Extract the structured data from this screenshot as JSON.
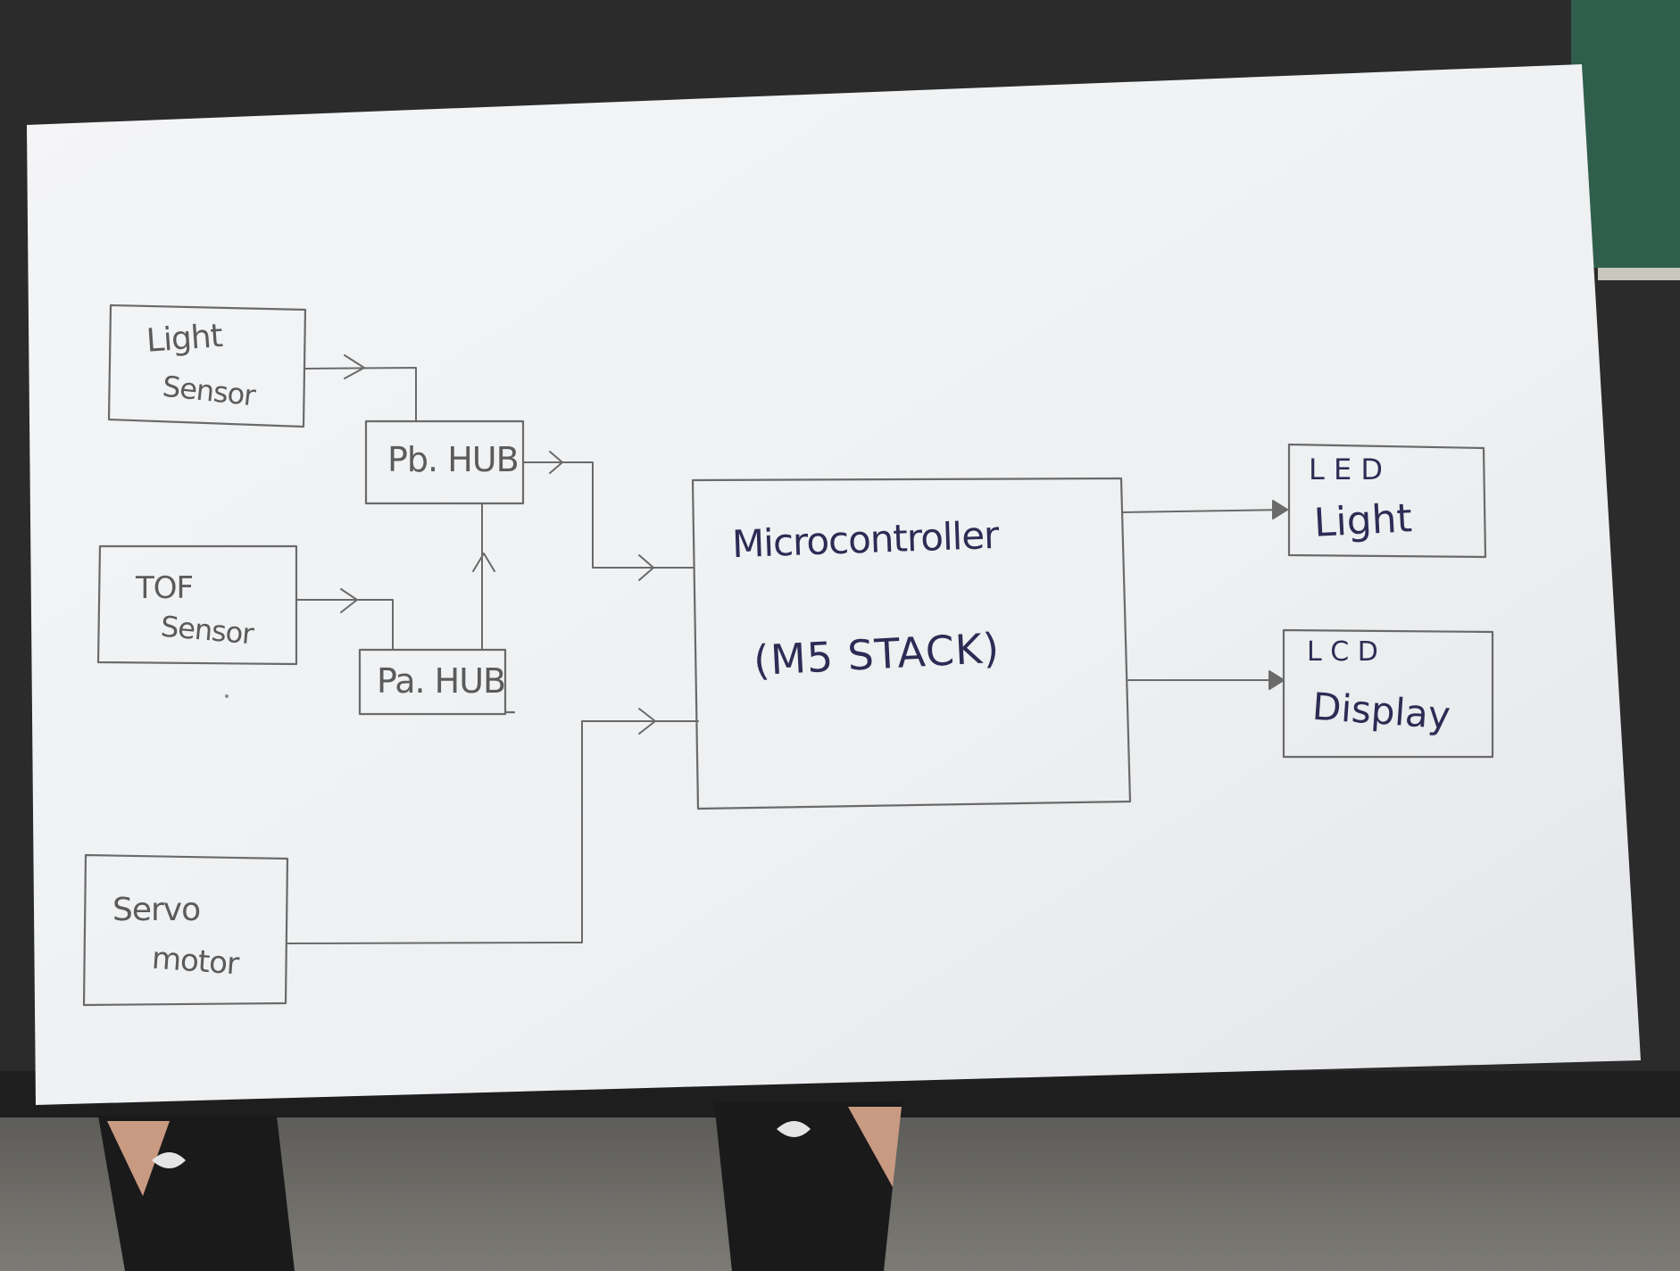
{
  "colors": {
    "paper": "#f2f3f5",
    "pencil": "#6a6a6a",
    "ink": "#2c2c55",
    "table": "#2b2b2b",
    "floor": "#6f6e69",
    "mat": "#2f5e4c"
  },
  "nodes": {
    "light_sensor": {
      "line1": "Light",
      "line2": "Sensor"
    },
    "tof_sensor": {
      "line1": "TOF",
      "line2": "Sensor"
    },
    "servo_motor": {
      "line1": "Servo",
      "line2": "motor"
    },
    "pb_hub": {
      "label": "Pb. HUB"
    },
    "pa_hub": {
      "label": "Pa. HUB"
    },
    "microcontroller": {
      "line1": "Microcontroller",
      "line2": "(M5 STACK)"
    },
    "led_light": {
      "line1": "L E D",
      "line2": "Light"
    },
    "lcd_display": {
      "line1": "L C D",
      "line2": "Display"
    }
  },
  "edges": [
    {
      "from": "light_sensor",
      "to": "pb_hub"
    },
    {
      "from": "tof_sensor",
      "to": "pa_hub"
    },
    {
      "from": "pa_hub",
      "to": "pb_hub"
    },
    {
      "from": "pb_hub",
      "to": "microcontroller"
    },
    {
      "from": "servo_motor",
      "to": "microcontroller"
    },
    {
      "from": "microcontroller",
      "to": "led_light"
    },
    {
      "from": "microcontroller",
      "to": "lcd_display"
    }
  ]
}
